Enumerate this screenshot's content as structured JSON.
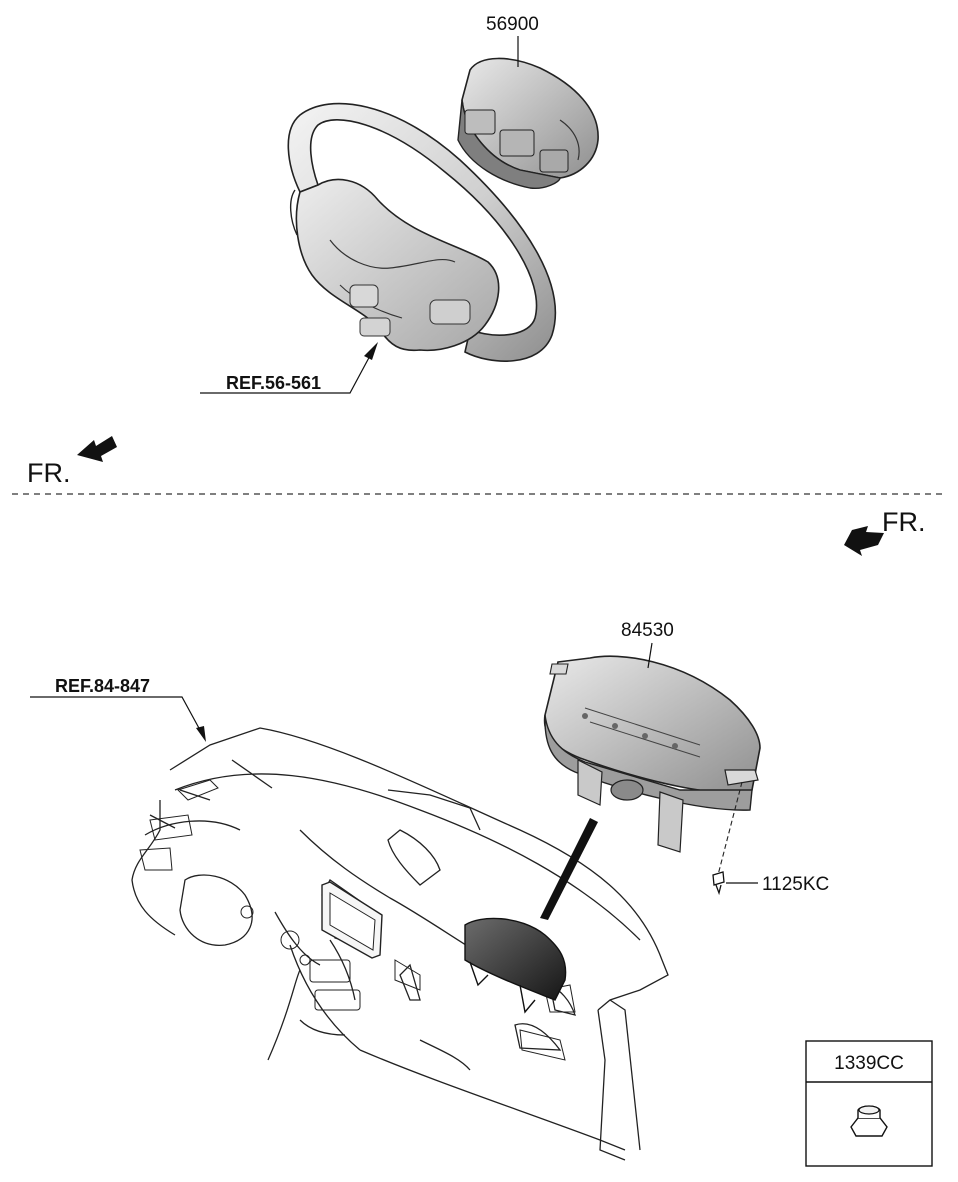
{
  "parts": {
    "airbag_module_driver": "56900",
    "airbag_module_passenger": "84530",
    "bolt": "1125KC",
    "nut": "1339CC"
  },
  "references": {
    "steering_wheel": "REF.56-561",
    "crash_pad": "REF.84-847"
  },
  "direction": {
    "upper": "FR.",
    "lower": "FR."
  },
  "colors": {
    "line": "#111111",
    "part_fill_light": "#ececec",
    "part_fill_dark": "#9a9a9a"
  }
}
